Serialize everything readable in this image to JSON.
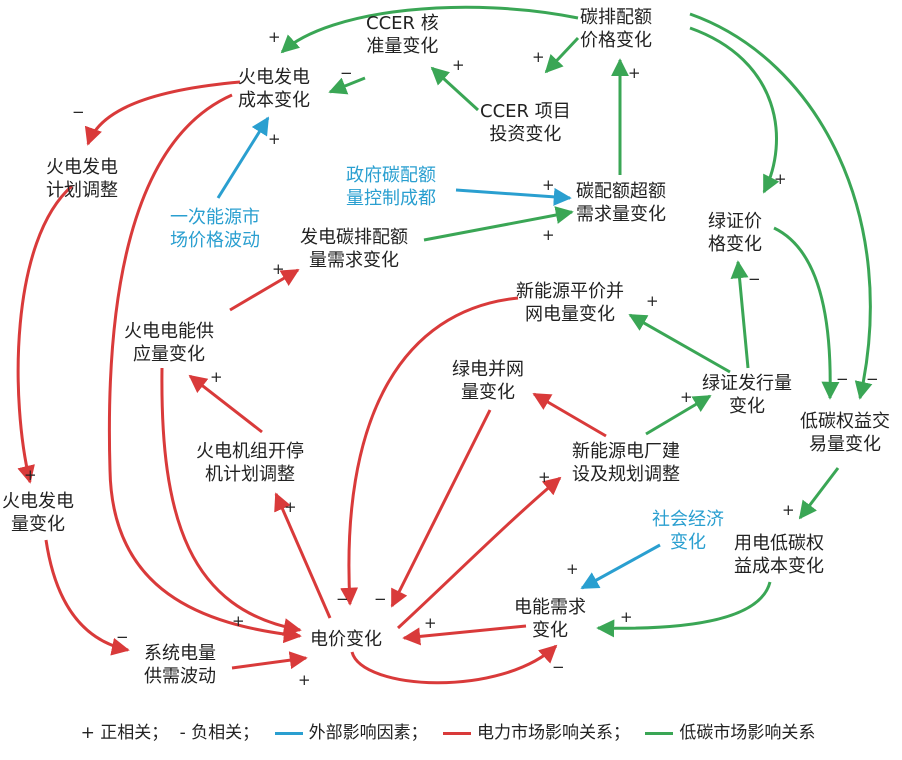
{
  "nodes": {
    "thermal_cost": "火电发电\n成本变化",
    "ccer_approve": "CCER 核\n准量变化",
    "carbon_price": "碳排配额\n价格变化",
    "ccer_invest": "CCER 项目\n投资变化",
    "thermal_plan": "火电发电\n计划调整",
    "primary_energy": "一次能源市\n场价格波动",
    "gov_control": "政府碳配额\n量控制成都",
    "carbon_excess": "碳配额超额\n需求量变化",
    "gen_carbon_demand": "发电碳排配额\n量需求变化",
    "green_cert_price": "绿证价\n格变化",
    "renewable_parity": "新能源平价并\n网电量变化",
    "thermal_supply": "火电电能供\n应量变化",
    "green_cert_issue": "绿证发行量\n变化",
    "lowcarbon_trade": "低碳权益交\n易量变化",
    "green_grid": "绿电并网\n量变化",
    "unit_start_stop": "火电机组开停\n机计划调整",
    "renewable_build": "新能源电厂建\n设及规划调整",
    "thermal_gen_vol": "火电发电\n量变化",
    "social_econ": "社会经济\n变化",
    "user_lowcarbon_cost": "用电低碳权\n益成本变化",
    "power_demand": "电能需求\n变化",
    "price_change": "电价变化",
    "grid_balance": "系统电量\n供需波动"
  },
  "legend": {
    "plus": "+ 正相关；",
    "minus": "- 负相关；",
    "external": "外部影响因素；",
    "power_market": "电力市场影响关系；",
    "low_carbon_market": "低碳市场影响关系"
  },
  "colors": {
    "external": "#2a9fd0",
    "power_market": "#d93a3a",
    "low_carbon_market": "#3aa655",
    "text": "#222222"
  }
}
